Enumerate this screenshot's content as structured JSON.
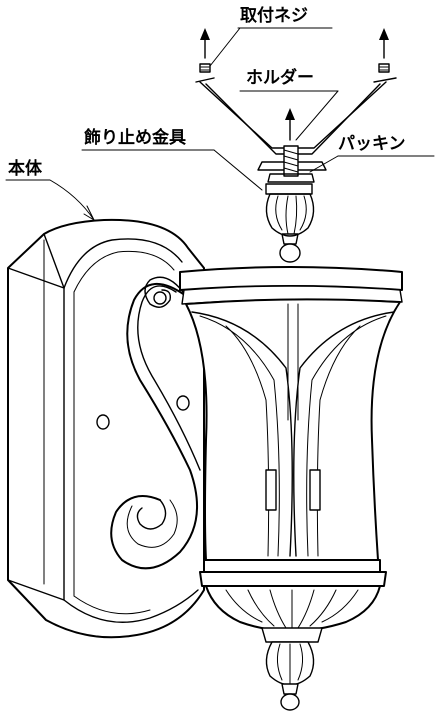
{
  "labels": {
    "mounting_screw": "取付ネジ",
    "holder": "ホルダー",
    "decorative_nut": "飾り止め金具",
    "packing": "パッキン",
    "main_body": "本体"
  }
}
